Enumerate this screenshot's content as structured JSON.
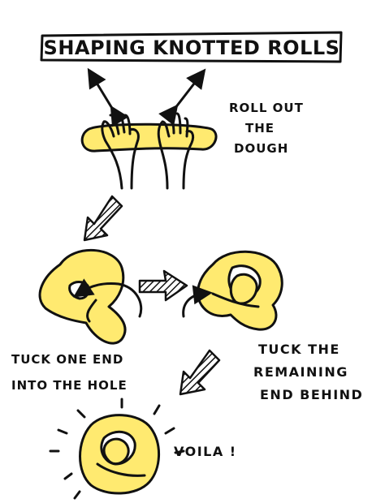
{
  "title": "SHAPING KNOTTED ROLLS",
  "steps": [
    {
      "lines": [
        "ROLL OUT",
        "THE",
        "DOUGH"
      ]
    },
    {
      "lines": [
        "TUCK ONE END",
        "INTO THE HOLE"
      ]
    },
    {
      "lines": [
        "TUCK THE",
        "REMAINING",
        "END BEHIND"
      ]
    },
    {
      "lines": [
        "VOILA !"
      ]
    }
  ],
  "colors": {
    "dough": "#FFEA70",
    "ink": "#111111"
  },
  "icons": [
    "double-arrow-icon",
    "hatched-arrow-icon",
    "curved-arrow-icon",
    "hand-icon"
  ]
}
